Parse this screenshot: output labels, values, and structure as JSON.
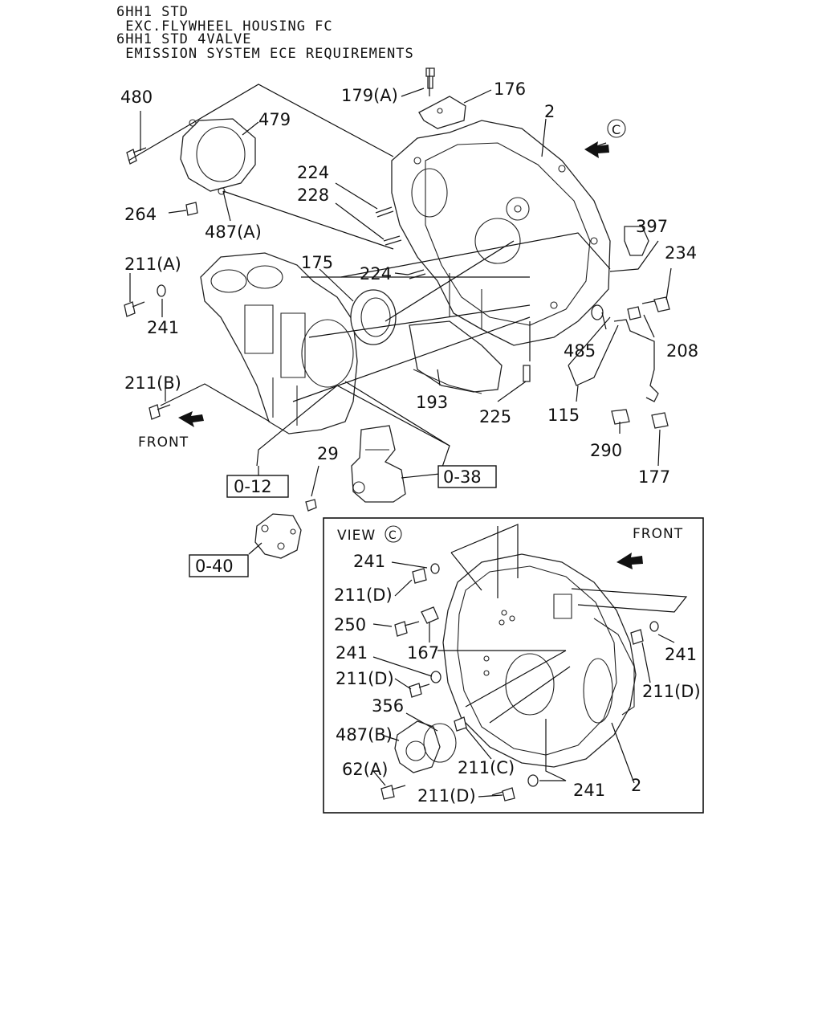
{
  "header": {
    "line1": "6HH1 STD",
    "line2": " EXC.FLYWHEEL HOUSING FC",
    "line3": "6HH1 STD 4VALVE",
    "line4": " EMISSION SYSTEM ECE REQUIREMENTS"
  },
  "labels": {
    "p480": "480",
    "p479": "479",
    "p264": "264",
    "p487a": "487(A)",
    "p179a": "179(A)",
    "p176": "176",
    "p2": "2",
    "view_c_mark": "C",
    "p224_top": "224",
    "p228": "228",
    "p224_mid": "224",
    "p175": "175",
    "p211a": "211(A)",
    "p241_left": "241",
    "p397": "397",
    "p234": "234",
    "p208": "208",
    "p485": "485",
    "p193": "193",
    "p225": "225",
    "p115": "115",
    "p211b": "211(B)",
    "front_main": "FRONT",
    "p290": "290",
    "p177": "177",
    "p29": "29",
    "ref_012": "0-12",
    "ref_038": "0-38",
    "ref_040": "0-40"
  },
  "inset": {
    "view_label": "VIEW",
    "view_mark": "C",
    "front": "FRONT",
    "p241_a": "241",
    "p211d_a": "211(D)",
    "p250": "250",
    "p167": "167",
    "p241_b": "241",
    "p211d_b": "211(D)",
    "p356": "356",
    "p487b": "487(B)",
    "p62a": "62(A)",
    "p211c": "211(C)",
    "p211d_c": "211(D)",
    "p241_c": "241",
    "p2": "2",
    "p241_r": "241",
    "p211d_r": "211(D)"
  }
}
